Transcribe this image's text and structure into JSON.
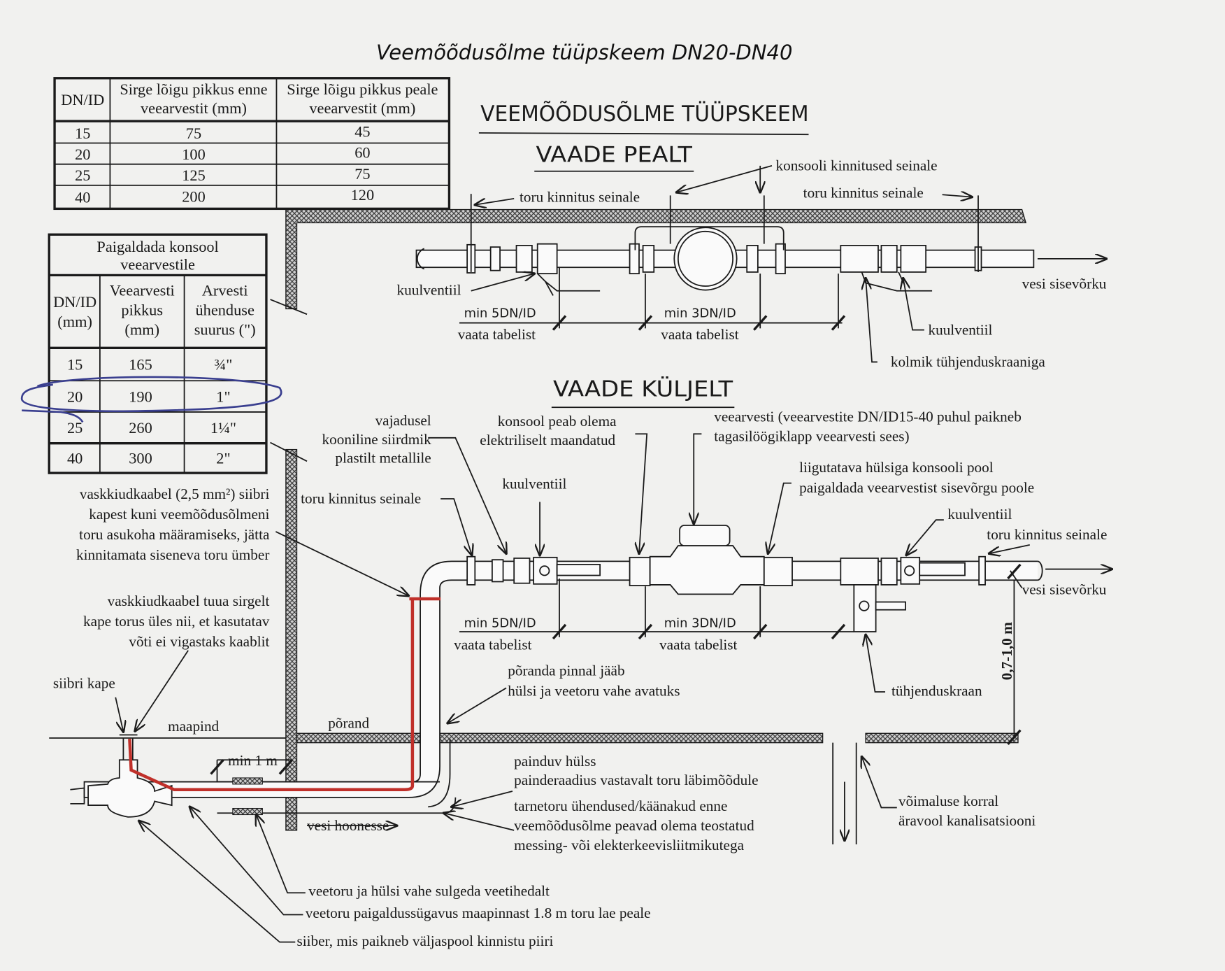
{
  "title": "Veemõõdusõlme tüüpskeem DN20-DN40",
  "heading": "VEEMÕÕDUSÕLME TÜÜPSKEEM",
  "table_lengths": {
    "headers": [
      "DN/ID",
      "Sirge lõigu pikkus enne",
      "veearvestit (mm)",
      "Sirge lõigu pikkus peale",
      "veearvestit (mm)"
    ],
    "rows": [
      [
        "15",
        "75",
        "45"
      ],
      [
        "20",
        "100",
        "60"
      ],
      [
        "25",
        "125",
        "75"
      ],
      [
        "40",
        "200",
        "120"
      ]
    ]
  },
  "table_console": {
    "caption": [
      "Paigaldada konsool",
      "veearvestile"
    ],
    "col1": [
      "DN/ID",
      "(mm)"
    ],
    "col2": [
      "Veearvesti",
      "pikkus",
      "(mm)"
    ],
    "col3": [
      "Arvesti",
      "ühenduse",
      "suurus (\")"
    ],
    "rows": [
      [
        "15",
        "165",
        "¾\""
      ],
      [
        "20",
        "190",
        "1\""
      ],
      [
        "25",
        "260",
        "1¼\""
      ],
      [
        "40",
        "300",
        "2\""
      ]
    ],
    "highlighted_row": "20",
    "highlight_color": "#3a3f8f"
  },
  "top_view": {
    "title": "VAADE PEALT",
    "labels": {
      "toru_kinnitus_1": "toru kinnitus seinale",
      "konsooli": "konsooli kinnitused seinale",
      "toru_kinnitus_2": "toru kinnitus seinale",
      "kuulventiil_left": "kuulventiil",
      "vesi": "vesi sisevõrku",
      "min5": "min 5DN/ID",
      "vaata1": "vaata tabelist",
      "min3": "min 3DN/ID",
      "vaata2": "vaata tabelist",
      "kuulventiil_right": "kuulventiil",
      "kolmik": "kolmik tühjenduskraaniga"
    }
  },
  "side_view": {
    "title": "VAADE KÜLJELT",
    "labels": {
      "vajadusel": [
        "vajadusel",
        "kooniline siirdmik",
        "plastilt metallile"
      ],
      "konsool": [
        "konsool peab olema",
        "elektriliselt maandatud"
      ],
      "veearvesti": [
        "veearvesti (veearvestite DN/ID15-40  puhul paikneb",
        "tagasilöögiklapp veearvesti sees)"
      ],
      "liigutatava": [
        "liigutatava hülsiga konsooli pool",
        "paigaldada veearvestist sisevõrgu poole"
      ],
      "kuulventiil_1": "kuulventiil",
      "kuulventiil_2": "kuulventiil",
      "toru_kinnitus_1": "toru kinnitus seinale",
      "toru_kinnitus_2": "toru kinnitus seinale",
      "vesi": "vesi sisevõrku",
      "vaskkiud1": [
        "vaskkiudkaabel (2,5 mm²) siibri",
        "kapest kuni veemõõdusõlmeni",
        "toru asukoha määramiseks, jätta",
        "kinnitamata siseneva toru ümber"
      ],
      "vaskkiud2": [
        "vaskkiudkaabel tuua sirgelt",
        "kape torus üles nii, et kasutatav",
        "võti ei vigastaks kaablit"
      ],
      "min5": "min 5DN/ID",
      "vaata1": "vaata tabelist",
      "min3": "min 3DN/ID",
      "vaata2": "vaata tabelist",
      "height": "0,7-1,0 m",
      "tuhjendus": "tühjenduskraan",
      "poranda": [
        "põranda pinnal jääb",
        "hülsi ja veetoru vahe avatuks"
      ],
      "siibri_kape": "siibri kape",
      "maapind": "maapind",
      "porand": "põrand",
      "min1": "min 1 m",
      "painduv": [
        "painduv hülss",
        "painderaadius vastavalt toru läbimõõdule"
      ],
      "tarnetoru": [
        "tarnetoru ühendused/käänakud enne",
        "veemõõdusõlme peavad olema teostatud",
        "messing- või elekterkeevisliitmikutega"
      ],
      "vesi_hoonesse": "vesi hoonesse",
      "voimaluse": [
        "võimaluse korral",
        "äravool kanalisatsiooni"
      ],
      "veetoru_hulsi": "veetoru ja hülsi vahe sulgeda veetihedalt",
      "paigaldus": "veetoru paigaldussügavus maapinnast 1.8 m toru lae peale",
      "siiber": "siiber, mis paikneb väljaspool kinnistu piiri"
    },
    "cable_color": "#c0302a"
  }
}
